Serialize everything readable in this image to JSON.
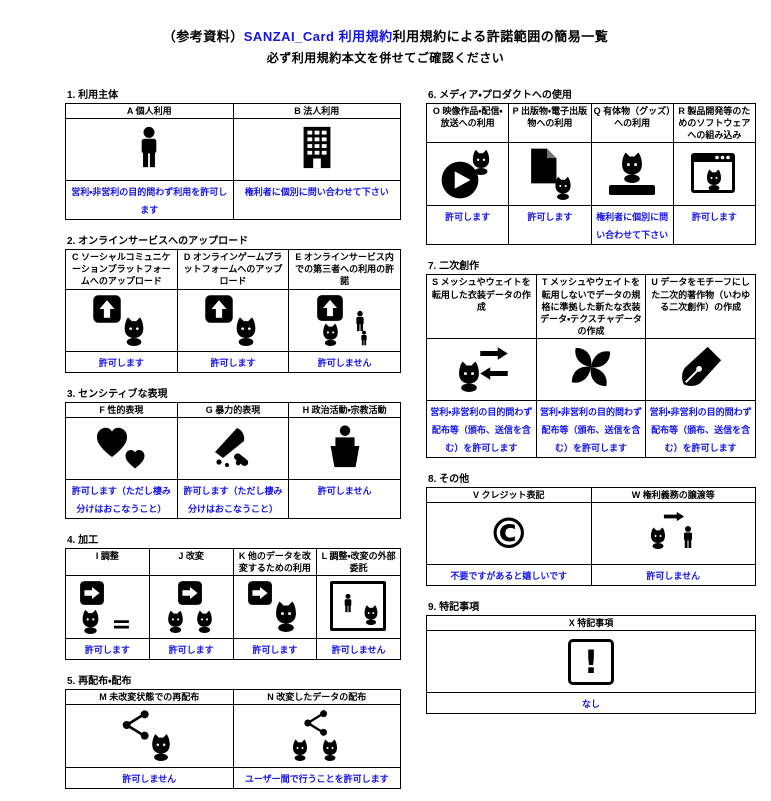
{
  "title": {
    "prefix": "（参考資料）",
    "brand": "SANZAI_Card 利用規約",
    "suffix": "利用規約による許諾範囲の簡易一覧",
    "subtitle": "必ず利用規約本文を併せてご確認ください"
  },
  "colors": {
    "accent": "#1414e6",
    "text": "#000000",
    "border": "#000000",
    "background": "#ffffff"
  },
  "sections": [
    {
      "label": "1. 利用主体",
      "cells": [
        {
          "header": "A 個人利用",
          "icon": "person-icon",
          "status": "営利・非営利の目的問わず利用を許可します"
        },
        {
          "header": "B 法人利用",
          "icon": "office-building-icon",
          "status": "権利者に個別に問い合わせて下さい"
        }
      ]
    },
    {
      "label": "2. オンラインサービスへのアップロード",
      "cells": [
        {
          "header": "C ソーシャルコミュニケーションプラットフォームへのアップロード",
          "icon": "upload-social-icon",
          "status": "許可します"
        },
        {
          "header": "D オンラインゲームプラットフォームへのアップロード",
          "icon": "upload-game-icon",
          "status": "許可します"
        },
        {
          "header": "E オンラインサービス内での第三者への利用の許諾",
          "icon": "third-party-license-icon",
          "status": "許可しません"
        }
      ]
    },
    {
      "label": "3. センシティブな表現",
      "cells": [
        {
          "header": "F 性的表現",
          "icon": "hearts-icon",
          "status": "許可します（ただし棲み分けはおこなうこと）"
        },
        {
          "header": "G 暴力的表現",
          "icon": "knife-icon",
          "status": "許可します（ただし棲み分けはおこなうこと）"
        },
        {
          "header": "H 政治活動・宗教活動",
          "icon": "podium-speech-icon",
          "status": "許可しません"
        }
      ]
    },
    {
      "label": "4. 加工",
      "cells": [
        {
          "header": "I 調整",
          "icon": "adjust-icon",
          "glyph": "=",
          "status": "許可します"
        },
        {
          "header": "J 改変",
          "icon": "modify-icon",
          "status": "許可します"
        },
        {
          "header": "K 他のデータを改変するための利用",
          "icon": "modify-other-data-icon",
          "status": "許可します"
        },
        {
          "header": "L 調整・改変の外部委託",
          "icon": "outsource-icon",
          "status": "許可しません"
        }
      ]
    },
    {
      "label": "5. 再配布・配布",
      "cells": [
        {
          "header": "M 未改変状態での再配布",
          "icon": "redistribute-icon",
          "status": "許可しません"
        },
        {
          "header": "N 改変したデータの配布",
          "icon": "distribute-modified-icon",
          "status": "ユーザー間で行うことを許可します"
        }
      ]
    },
    {
      "label": "6. メディア・プロダクトへの使用",
      "cells": [
        {
          "header": "O 映像作品・配信・放送への利用",
          "icon": "video-play-icon",
          "status": "許可します"
        },
        {
          "header": "P 出版物・電子出版物への利用",
          "icon": "publication-icon",
          "status": "許可します"
        },
        {
          "header": "Q 有体物（グッズ）への利用",
          "icon": "goods-figurine-icon",
          "status": "権利者に個別に問い合わせて下さい"
        },
        {
          "header": "R 製品開発等のためのソフトウェアへの組み込み",
          "icon": "software-window-icon",
          "status": "許可します"
        }
      ]
    },
    {
      "label": "7. 二次創作",
      "cells": [
        {
          "header": "S メッシュやウェイトを転用した衣装データの作成",
          "icon": "costume-reuse-icon",
          "status": "営利・非営利の目的問わず配布等（頒布、送信を含む）を許可します"
        },
        {
          "header": "T メッシュやウェイトを転用しないでデータの規格に準拠した新たな衣装データ・テクスチャデータの作成",
          "icon": "costume-new-pinwheel-icon",
          "status": "営利・非営利の目的問わず配布等（頒布、送信を含む）を許可します"
        },
        {
          "header": "U データをモチーフにした二次的著作物（いわゆる二次創作）の作成",
          "icon": "fanart-pen-icon",
          "status": "営利・非営利の目的問わず配布等（頒布、送信を含む）を許可します"
        }
      ]
    },
    {
      "label": "8. その他",
      "cells": [
        {
          "header": "V クレジット表記",
          "icon": "copyright-icon",
          "glyph": "©",
          "status": "不要ですがあると嬉しいです"
        },
        {
          "header": "W 権利義務の譲渡等",
          "icon": "rights-transfer-icon",
          "status": "許可しません"
        }
      ]
    },
    {
      "label": "9. 特記事項",
      "cells": [
        {
          "header": "X 特記事項",
          "icon": "exclamation-icon",
          "glyph": "!",
          "status": "なし"
        }
      ]
    }
  ]
}
